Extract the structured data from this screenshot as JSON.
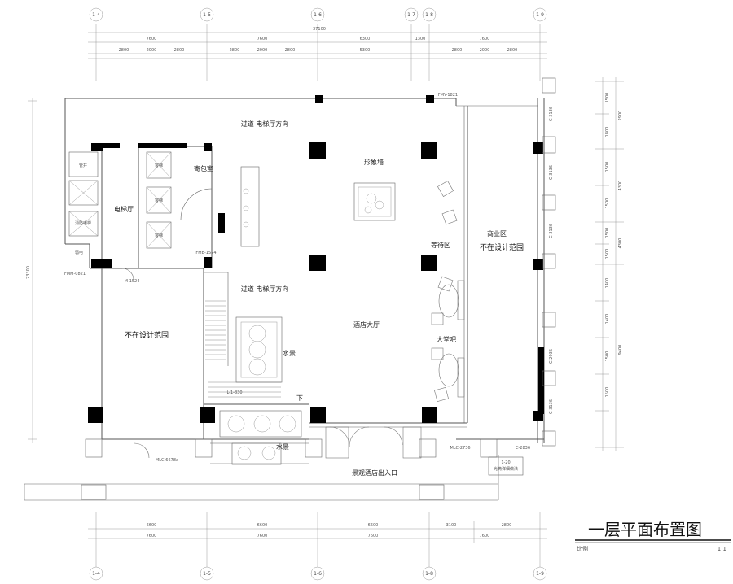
{
  "drawing": {
    "title": "一层平面布置图",
    "scale_left": "比例",
    "scale_right": "1:1"
  },
  "grid_axes": [
    "1-4",
    "1-5",
    "1-6",
    "1-7",
    "1-8",
    "1-9"
  ],
  "dimensions_top_total": "37100",
  "dimensions_top_primary": [
    "7600",
    "7600",
    "6300",
    "1300",
    "7600"
  ],
  "dimensions_top_secondary": [
    "2800",
    "2000",
    "2800",
    "2800",
    "2000",
    "2800",
    "5300",
    "2800",
    "2000",
    "2800"
  ],
  "dimensions_bottom_primary": [
    "7600",
    "7600",
    "7600",
    "7600"
  ],
  "dimensions_bottom_secondary": [
    "6600",
    "6600",
    "6600",
    "3100",
    "2800"
  ],
  "dimensions_left_total": "23300",
  "dimensions_right_primary": [
    "2900",
    "4300",
    "4300",
    "9400"
  ],
  "dimensions_right_secondary": [
    "1500",
    "1800",
    "1500",
    "1500",
    "1500",
    "1500",
    "1400",
    "1400",
    "1500",
    "1500"
  ],
  "rooms": {
    "corridor_top": "过道 电梯厅方向",
    "corridor_mid": "过道 电梯厅方向",
    "cloakroom": "寄包室",
    "image_wall": "形象墙",
    "elevator_hall": "电梯厅",
    "waiting_area": "等待区",
    "commercial_area": "商业区",
    "not_in_scope_right": "不在设计范围",
    "not_in_scope_left": "不在设计范围",
    "hotel_lobby": "酒店大厅",
    "water_feature_1": "水景",
    "water_feature_2": "水景",
    "lobby_bar": "大堂吧",
    "down": "下",
    "entrance": "景观酒店出入口"
  },
  "door_codes": {
    "d1": "FMY-1821",
    "d2": "FMB-1524",
    "d3": "FMM-0821",
    "d4": "M-1524",
    "d5": "MLC-6678a",
    "d6": "MLC-2736",
    "d7": "C-2836",
    "w1": "C-3136",
    "w2": "C-3136",
    "w3": "C-3136",
    "w4": "C-2936",
    "w5": "C-3136"
  },
  "misc_labels": {
    "stair_note": "L-1-830",
    "detail_ref": "1-20",
    "detail_sub": "光筒详细做法",
    "elevator_car": "客梯",
    "shaft": "管井",
    "room_small": "弱电",
    "room_small2": "消防电梯"
  }
}
